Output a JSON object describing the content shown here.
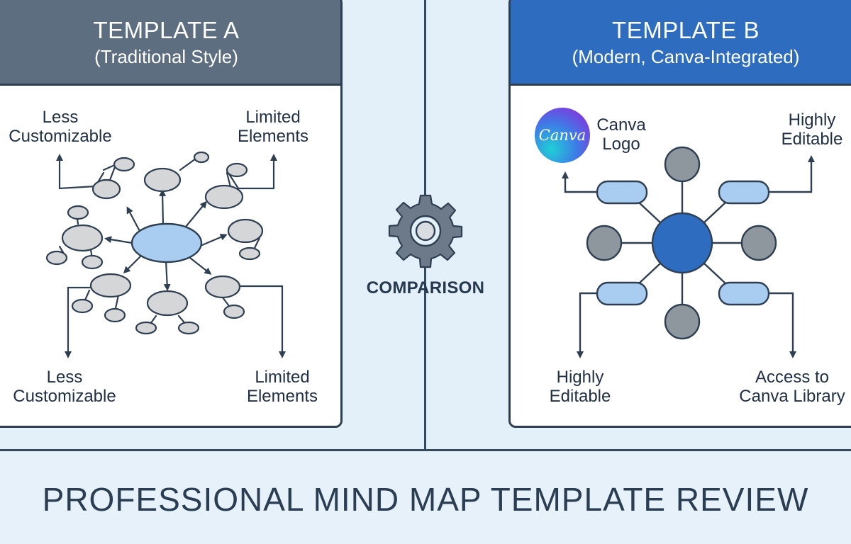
{
  "footer": {
    "title": "PROFESSIONAL MIND MAP TEMPLATE REVIEW"
  },
  "center": {
    "label": "COMPARISON",
    "icon": "gear-icon"
  },
  "template_a": {
    "title": "TEMPLATE A",
    "subtitle": "(Traditional Style)",
    "labels": {
      "top_left": [
        "Less",
        "Customizable"
      ],
      "top_right": [
        "Limited",
        "Elements"
      ],
      "bottom_left": [
        "Less",
        "Customizable"
      ],
      "bottom_right": [
        "Limited",
        "Elements"
      ]
    },
    "colors": {
      "header": "#5d6e80",
      "center_node": "#a9cdf0",
      "node": "#d5d6d8"
    }
  },
  "template_b": {
    "title": "TEMPLATE B",
    "subtitle": "(Modern, Canva-Integrated)",
    "logo_text": "Canva",
    "labels": {
      "logo": [
        "Canva",
        "Logo"
      ],
      "top_right": [
        "Highly",
        "Editable"
      ],
      "bottom_left": [
        "Highly",
        "Editable"
      ],
      "bottom_right": [
        "Access to",
        "Canva Library"
      ]
    },
    "colors": {
      "header": "#2d6cbf",
      "center_node": "#2d6cbf",
      "pill": "#a9cdf0",
      "node": "#8e969e"
    }
  }
}
